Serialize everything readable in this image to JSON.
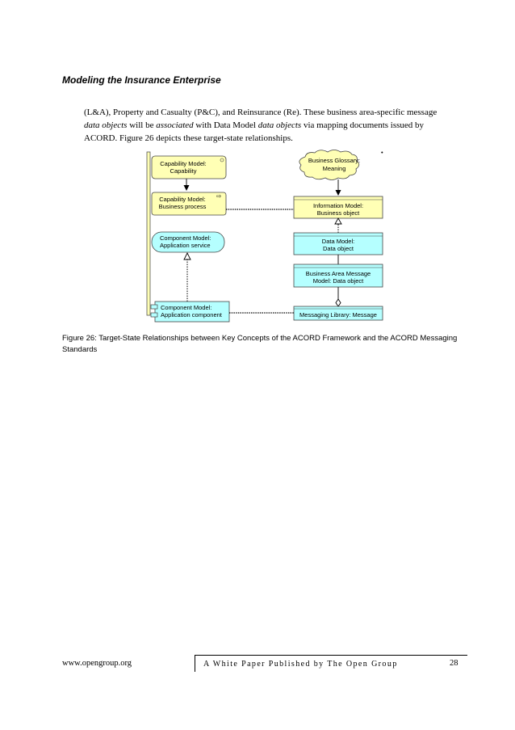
{
  "header": {
    "title": "Modeling the Insurance Enterprise"
  },
  "body": {
    "p1": "(L&A), Property and Casualty (P&C), and Reinsurance (Re). These business area-specific message ",
    "p1_em1": "data objects",
    "p1_mid1": " will be ",
    "p1_em2": "associated",
    "p1_mid2": " with Data Model ",
    "p1_em3": "data objects",
    "p1_end": " via mapping documents issued by ACORD. Figure 26 depicts these target-state relationships."
  },
  "figure": {
    "capability_line1": "Capability Model:",
    "capability_line2": "Capability",
    "business_process_line1": "Capability Model:",
    "business_process_line2": "Business process",
    "app_service_line1": "Component Model:",
    "app_service_line2": "Application service",
    "app_component_line1": "Component Model:",
    "app_component_line2": "Application component",
    "glossary_line1": "Business Glossary:",
    "glossary_line2": "Meaning",
    "info_model_line1": "Information Model:",
    "info_model_line2": "Business object",
    "data_model_line1": "Data Model:",
    "data_model_line2": "Data object",
    "bam_line1": "Business Area Message",
    "bam_line2": "Model: Data object",
    "messaging_library": "Messaging Library: Message",
    "colors": {
      "yellow": "#ffffb5",
      "cyan": "#b5ffff"
    }
  },
  "caption": "Figure 26: Target-State Relationships between Key Concepts of the ACORD Framework and the ACORD Messaging Standards",
  "footer": {
    "url": "www.opengroup.org",
    "center": "A White Paper Published by The Open Group",
    "page": "28"
  }
}
